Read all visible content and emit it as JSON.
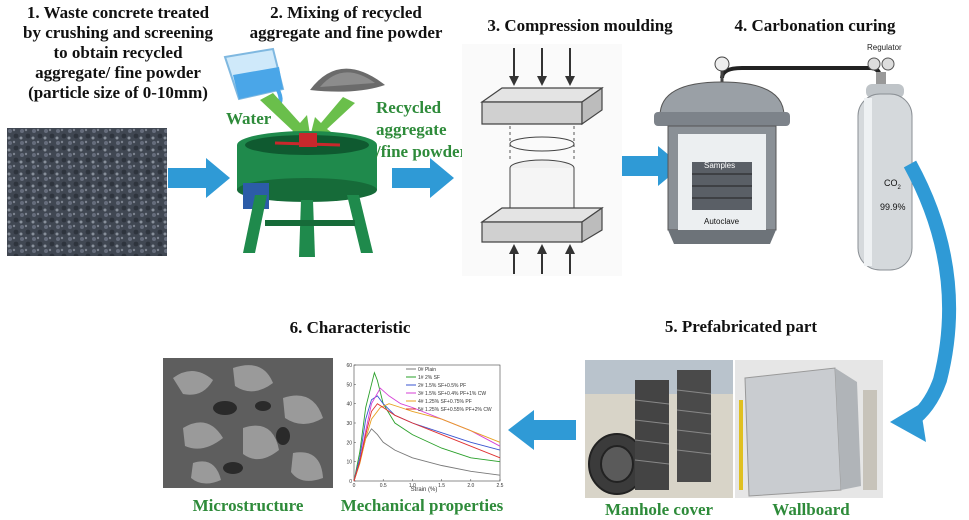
{
  "steps": {
    "s1": {
      "lines": [
        "1. Waste concrete treated",
        "by crushing and screening",
        "to obtain recycled",
        "aggregate/ fine powder",
        "(particle size of 0-10mm)"
      ]
    },
    "s2": {
      "lines": [
        "2. Mixing of recycled",
        "aggregate and fine powder"
      ],
      "water_label": "Water",
      "output_lines": [
        "Recycled",
        "aggregate",
        "/fine powder"
      ]
    },
    "s3": {
      "title": "3. Compression moulding"
    },
    "s4": {
      "title": "4. Carbonation curing",
      "regulator": "Regulator",
      "gas_formula": "CO",
      "gas_subscript": "2",
      "gas_purity": "99.9%",
      "samples": "Samples",
      "autoclave": "Autoclave"
    },
    "s5": {
      "title": "5. Prefabricated part",
      "left_caption": "Manhole cover",
      "right_caption": "Wallboard"
    },
    "s6": {
      "title": "6. Characteristic",
      "left_caption": "Microstructure",
      "right_caption": "Mechanical properties"
    }
  },
  "colors": {
    "arrow_blue": "#2f9ad6",
    "caption_green": "#2e8b3a",
    "mixer_green": "#1f8a4c",
    "mixer_red": "#c8282c"
  },
  "chart_data": {
    "type": "line",
    "xlabel": "Strain (%)",
    "ylabel": "",
    "xlim": [
      0,
      2.5
    ],
    "ylim": [
      0,
      60
    ],
    "xticks": [
      "0",
      "0.5",
      "1.0",
      "1.5",
      "2.0",
      "2.5"
    ],
    "yticks": [
      "0",
      "10",
      "20",
      "30",
      "40",
      "50",
      "60"
    ],
    "legend_position": "top-right",
    "series": [
      {
        "name": "0# Plain",
        "color": "#7a7a7a",
        "points": [
          [
            0,
            0
          ],
          [
            0.1,
            10
          ],
          [
            0.2,
            22
          ],
          [
            0.3,
            27
          ],
          [
            0.4,
            24
          ],
          [
            0.5,
            20
          ],
          [
            0.7,
            16
          ],
          [
            1.0,
            12
          ],
          [
            1.5,
            8
          ],
          [
            2.0,
            5
          ],
          [
            2.5,
            3
          ]
        ]
      },
      {
        "name": "1# 2% SF",
        "color": "#2aa02a",
        "points": [
          [
            0,
            0
          ],
          [
            0.1,
            15
          ],
          [
            0.2,
            38
          ],
          [
            0.3,
            50
          ],
          [
            0.35,
            56
          ],
          [
            0.4,
            52
          ],
          [
            0.5,
            40
          ],
          [
            0.7,
            30
          ],
          [
            1.0,
            24
          ],
          [
            1.5,
            17
          ],
          [
            2.0,
            12
          ],
          [
            2.5,
            10
          ]
        ]
      },
      {
        "name": "2# 1.5% SF+0.5% PF",
        "color": "#3a55d0",
        "points": [
          [
            0,
            0
          ],
          [
            0.1,
            12
          ],
          [
            0.2,
            32
          ],
          [
            0.3,
            42
          ],
          [
            0.4,
            44
          ],
          [
            0.5,
            40
          ],
          [
            0.7,
            34
          ],
          [
            1.0,
            30
          ],
          [
            1.5,
            25
          ],
          [
            2.0,
            20
          ],
          [
            2.5,
            16
          ]
        ]
      },
      {
        "name": "3# 1.5% SF+0.4% PF+1% CW",
        "color": "#d63fd6",
        "points": [
          [
            0,
            0
          ],
          [
            0.1,
            10
          ],
          [
            0.2,
            26
          ],
          [
            0.3,
            40
          ],
          [
            0.45,
            48
          ],
          [
            0.6,
            44
          ],
          [
            0.8,
            40
          ],
          [
            1.0,
            38
          ],
          [
            1.5,
            32
          ],
          [
            2.0,
            26
          ],
          [
            2.5,
            18
          ]
        ]
      },
      {
        "name": "4# 1.25% SF+0.75% PF",
        "color": "#e8a020",
        "points": [
          [
            0,
            0
          ],
          [
            0.1,
            9
          ],
          [
            0.2,
            22
          ],
          [
            0.3,
            32
          ],
          [
            0.45,
            38
          ],
          [
            0.6,
            40
          ],
          [
            0.8,
            38
          ],
          [
            1.0,
            36
          ],
          [
            1.5,
            32
          ],
          [
            2.0,
            26
          ],
          [
            2.5,
            20
          ]
        ]
      },
      {
        "name": "5# 1.25% SF+0.55% PF+2% CW",
        "color": "#e03030",
        "points": [
          [
            0,
            0
          ],
          [
            0.1,
            10
          ],
          [
            0.2,
            24
          ],
          [
            0.3,
            36
          ],
          [
            0.4,
            40
          ],
          [
            0.5,
            38
          ],
          [
            0.7,
            34
          ],
          [
            1.0,
            30
          ],
          [
            1.5,
            24
          ],
          [
            2.0,
            18
          ],
          [
            2.5,
            12
          ]
        ]
      }
    ]
  }
}
